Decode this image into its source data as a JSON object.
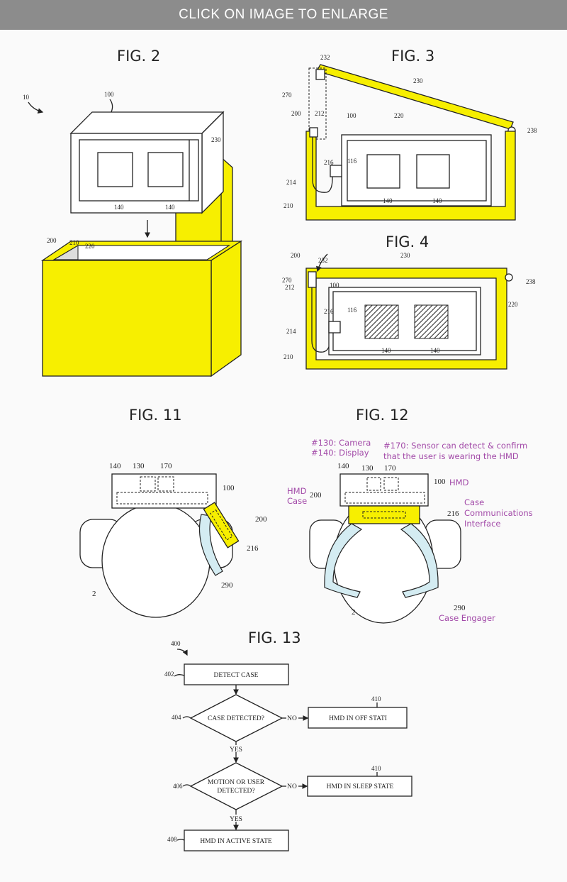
{
  "banner": {
    "label": "CLICK ON IMAGE TO ENLARGE"
  },
  "fig2": {
    "title": "FIG. 2",
    "refs": [
      "10",
      "100",
      "230",
      "140",
      "140",
      "200",
      "210",
      "220"
    ]
  },
  "fig3": {
    "title": "FIG. 3",
    "refs": [
      "232",
      "230",
      "270",
      "200",
      "212",
      "100",
      "220",
      "238",
      "116",
      "216",
      "214",
      "210",
      "140",
      "140"
    ]
  },
  "fig4": {
    "title": "FIG. 4",
    "refs": [
      "200",
      "232",
      "230",
      "270",
      "212",
      "100",
      "238",
      "116",
      "216",
      "220",
      "214",
      "210",
      "140",
      "140"
    ]
  },
  "fig11": {
    "title": "FIG. 11",
    "refs": [
      "140",
      "130",
      "170",
      "100",
      "200",
      "216",
      "2",
      "290"
    ]
  },
  "fig12": {
    "title": "FIG. 12",
    "refs": [
      "140",
      "130",
      "170",
      "100",
      "200",
      "216",
      "2",
      "290"
    ],
    "notes": {
      "camera": "#130: Camera",
      "display": "#140: Display",
      "sensor1": "#170: Sensor can detect & confirm",
      "sensor2": "that the user is wearing the HMD",
      "hmd": "HMD",
      "case1": "HMD",
      "case2": "Case",
      "comm1": "Case",
      "comm2": "Communications",
      "comm3": "Interface",
      "engager": "Case Engager"
    },
    "colors": {
      "case": "#f7ef00",
      "engager": "#d4ecf2",
      "annotation": "#a24aa8"
    }
  },
  "fig13": {
    "title": "FIG. 13",
    "refs": [
      "400",
      "402",
      "404",
      "406",
      "408",
      "410",
      "410"
    ],
    "steps": {
      "detect": "DETECT CASE",
      "case_q": "CASE DETECTED?",
      "motion_q1": "MOTION OR USER",
      "motion_q2": "DETECTED?",
      "off": "HMD IN OFF STATI",
      "sleep": "HMD IN SLEEP STATE",
      "active": "HMD IN ACTIVE STATE",
      "no": "NO",
      "yes": "YES"
    }
  }
}
